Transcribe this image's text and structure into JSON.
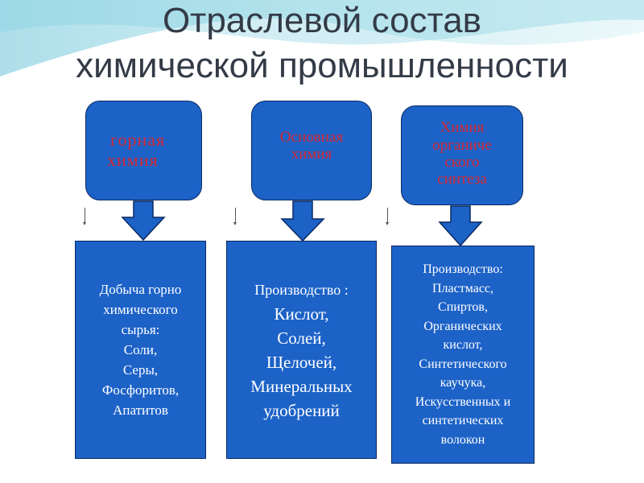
{
  "title": {
    "line1": "Отраслевой состав",
    "line2": "химической промышленности"
  },
  "colors": {
    "box_fill": "#1c62c7",
    "box_border": "#0a2a63",
    "category_text": "#d62a34",
    "details_text": "#ffffff",
    "title_text": "#333b47"
  },
  "branches": [
    {
      "category_lines": [
        "горная",
        "химия"
      ],
      "details_lines": [
        "Добыча горно",
        "химического",
        "сырья:",
        "Соли,",
        "Серы,",
        "Фосфоритов,",
        "Апатитов"
      ]
    },
    {
      "category_lines": [
        "Основная",
        "химия"
      ],
      "details_lines": [
        "Производство :",
        "Кислот,",
        "Солей,",
        "Щелочей,",
        "Минеральных",
        "удобрений"
      ]
    },
    {
      "category_lines": [
        "Химия",
        "органиче",
        "ского",
        "синтеза"
      ],
      "details_lines": [
        "Производство:",
        "Пластмасс,",
        "Спиртов,",
        "Органических",
        "кислот,",
        "Синтетического",
        "каучука,",
        "Искусственных и",
        "синтетических",
        "волокон"
      ]
    }
  ]
}
